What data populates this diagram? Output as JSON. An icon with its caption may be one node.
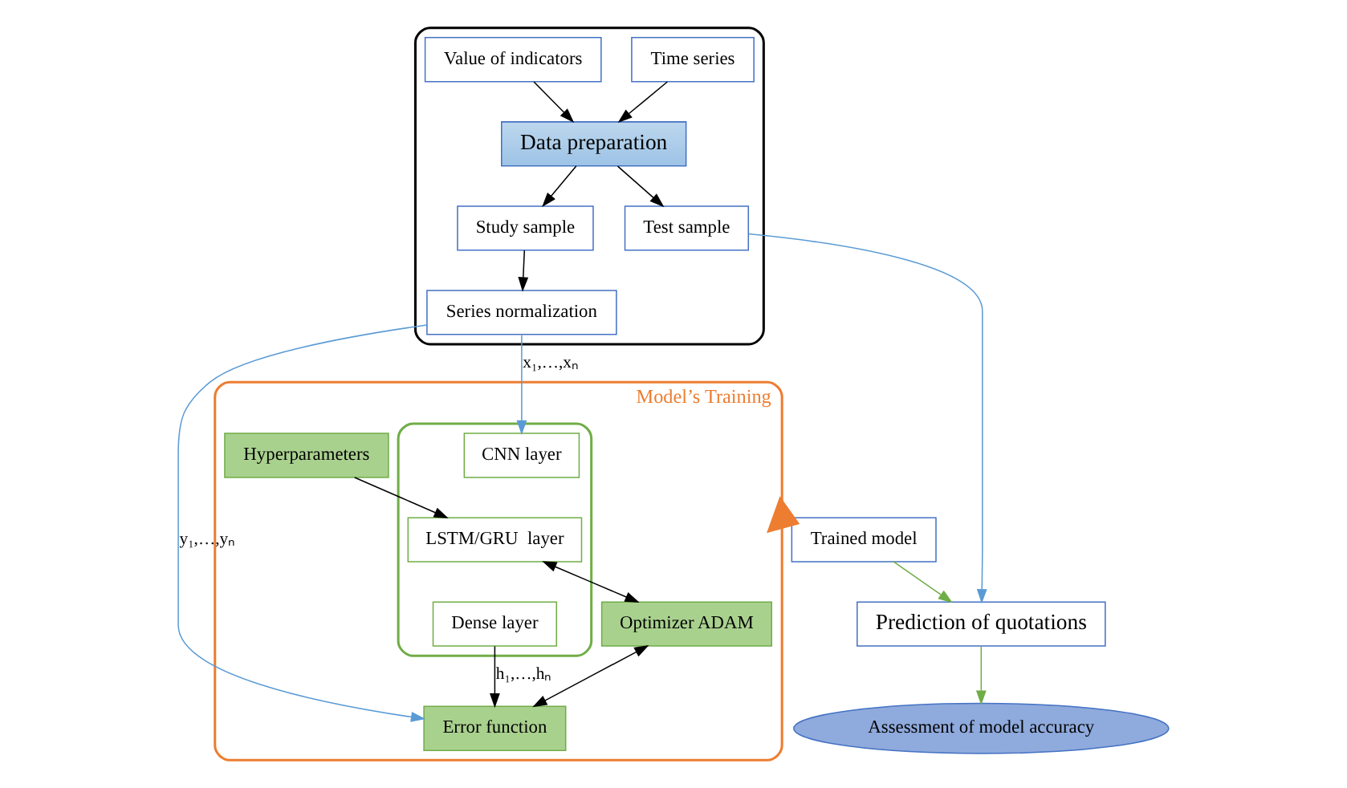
{
  "diagram": {
    "nodes": [
      {
        "text": [],
        "shape": "box"
      },
      {
        "text": [
          "Time series"
        ],
        "in": 0
      },
      {
        "text": [
          "Value of indicators"
        ],
        "in": 0
      },
      {
        "text": [
          "Data preparation"
        ],
        "in": 0
      },
      {
        "text": [
          "Study sample"
        ],
        "in": 0
      },
      {
        "text": [
          "Test sample"
        ],
        "in": 0
      },
      {
        "text": [
          "Series normalization"
        ],
        "in": 0
      },
      {
        "text": [
          "Model’s Training"
        ]
      },
      {
        "text": [],
        "shape": "box",
        "in": 7
      },
      {
        "text": [
          "CNN layer"
        ],
        "in": 8
      },
      {
        "text": [
          "LSTM/GRU  layer"
        ],
        "in": 8
      },
      {
        "text": [
          "Dense layer"
        ],
        "in": 8
      },
      {
        "text": [
          "Hyperparameters"
        ],
        "in": 7
      },
      {
        "text": [
          "Optimizer ADAM"
        ],
        "in": 7
      },
      {
        "text": [
          "Error function"
        ],
        "in": 7
      },
      {
        "text": [
          "Trained model"
        ]
      },
      {
        "text": [
          "Prediction of quotations"
        ]
      },
      {
        "text": [
          "Assessment of model accuracy"
        ]
      }
    ],
    "edges": [
      {
        "from": 1,
        "to": 3,
        "arrow": "to"
      },
      {
        "from": 2,
        "to": 3,
        "arrow": "to"
      },
      {
        "from": 3,
        "to": 4,
        "arrow": "to"
      },
      {
        "from": 3,
        "to": 5,
        "arrow": "to"
      },
      {
        "from": 4,
        "to": 6,
        "arrow": "to"
      },
      {
        "from": 6,
        "to": 9,
        "arrow": "to",
        "label": "x₁,…,xₙ",
        "color": "#5b9bd5"
      },
      {
        "from": 6,
        "to": 14,
        "arrow": "to",
        "label": "y₁,…,yₙ",
        "color": "#5b9bd5"
      },
      {
        "from": 11,
        "to": 14,
        "arrow": "to",
        "label": "h₁,…,hₙ"
      },
      {
        "from": 12,
        "to": 10,
        "arrow": "to"
      },
      {
        "from": 10,
        "to": 13,
        "arrow": "both"
      },
      {
        "from": 13,
        "to": 14,
        "arrow": "both"
      },
      {
        "from": 5,
        "to": 16,
        "arrow": "to",
        "color": "#5b9bd5"
      },
      {
        "from": 7,
        "to": 15,
        "arrow": "to",
        "style": "thick",
        "color": "#ed7d31"
      },
      {
        "from": 15,
        "to": 16,
        "arrow": "to",
        "color": "#70ad47"
      },
      {
        "from": 16,
        "to": 17,
        "arrow": "to",
        "color": "#70ad47"
      }
    ]
  }
}
